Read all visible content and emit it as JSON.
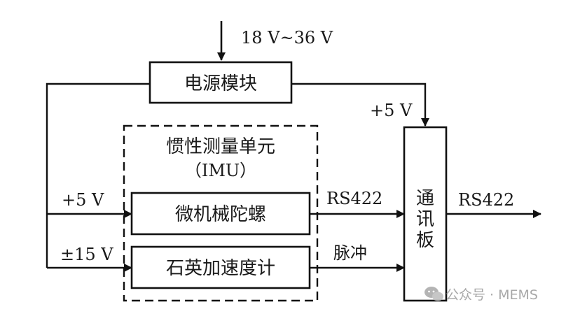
{
  "diagram": {
    "input_voltage": "18 V~36 V",
    "power_module": "电源模块",
    "imu_title": "惯性测量单元",
    "imu_abbr": "（IMU）",
    "gyro": "微机械陀螺",
    "accel": "石英加速度计",
    "comm_board_chars": [
      "通",
      "讯",
      "板"
    ],
    "supply_gyro": "+5 V",
    "supply_accel": "±15 V",
    "supply_comm": "+5 V",
    "gyro_output": "RS422",
    "accel_output": "脉冲",
    "comm_output": "RS422"
  },
  "watermark": {
    "text": "公众号 · MEMS",
    "icon": "wechat-icon"
  },
  "colors": {
    "line": "#111111",
    "watermark": "#9a9a9a"
  }
}
